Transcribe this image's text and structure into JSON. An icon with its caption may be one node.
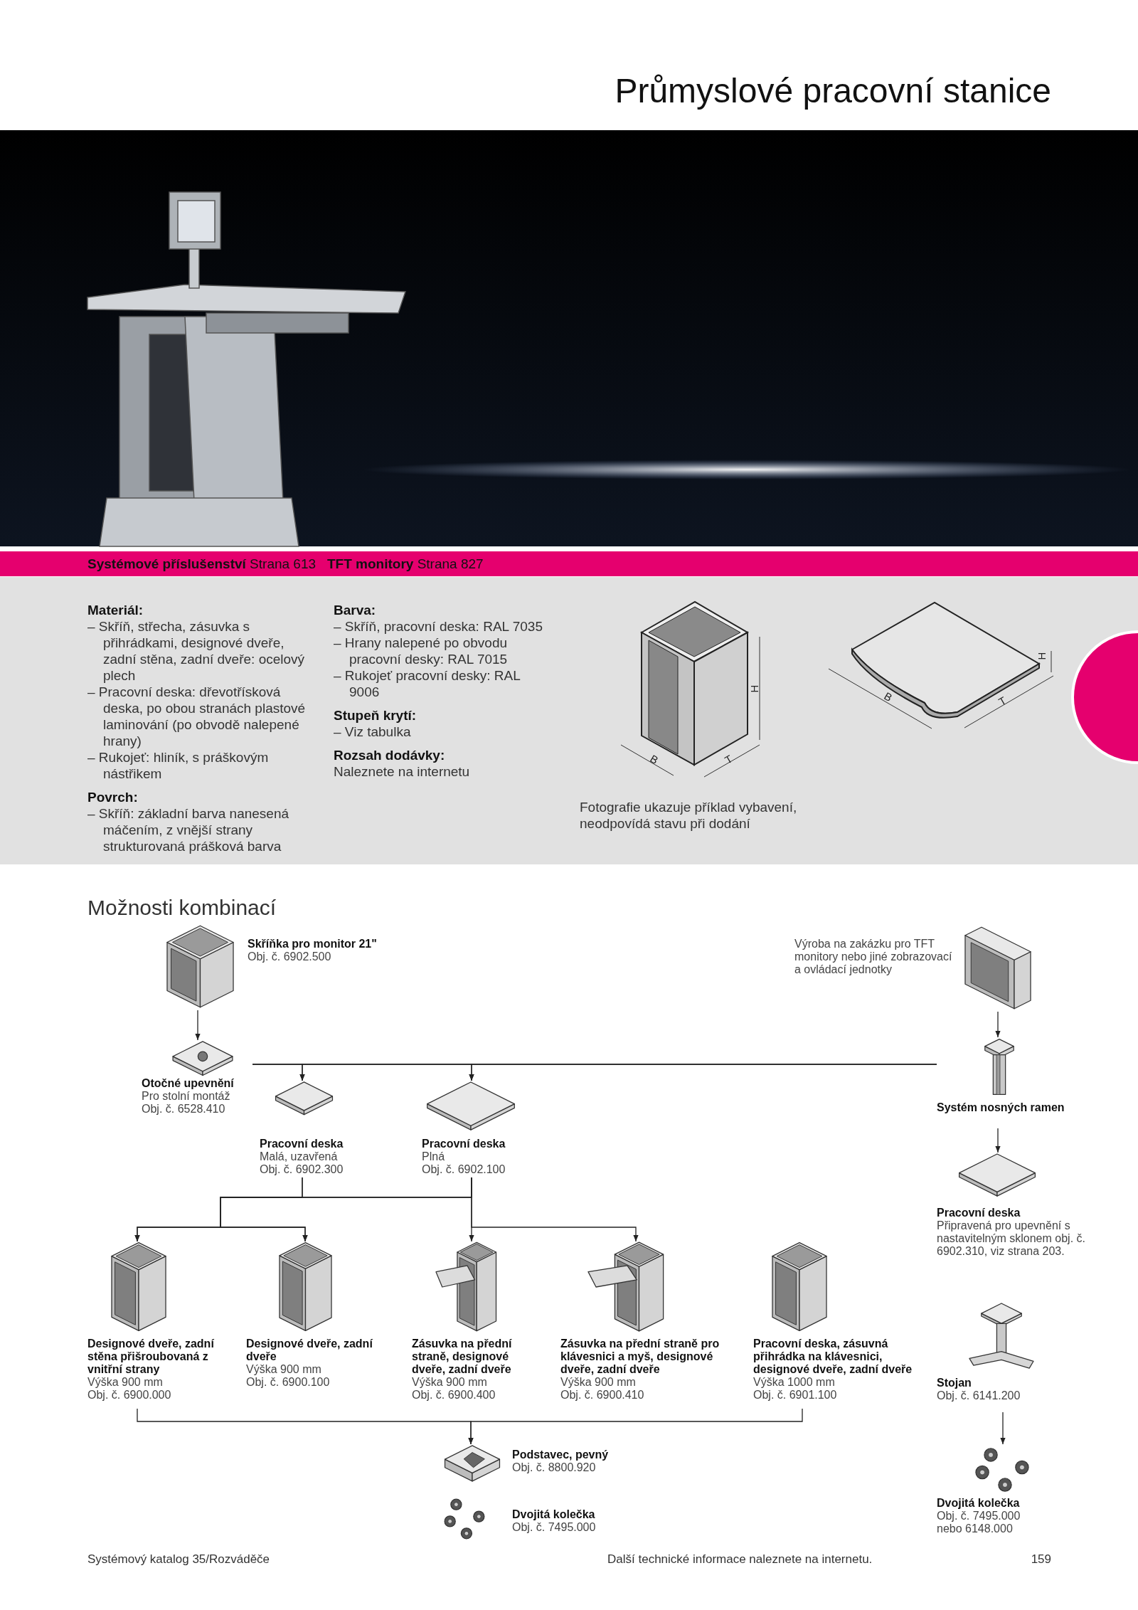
{
  "diagram": {
    "title": "Průmyslové pracovní stanice",
    "nodes": [
      {
        "text": [
          "Skříňka pro monitor 21\"",
          "Obj. č. 6902.500"
        ]
      },
      {
        "text": [
          "Výroba na zakázku pro TFT monitory nebo jiné zobrazovací a ovládací jednotky"
        ]
      },
      {
        "text": [
          "Otočné upevnění",
          "Pro stolní montáž",
          "Obj. č. 6528.410"
        ]
      },
      {
        "text": [
          "Systém nosných ramen"
        ]
      },
      {
        "text": [
          "Pracovní deska",
          "Malá, uzavřená",
          "Obj. č. 6902.300"
        ]
      },
      {
        "text": [
          "Pracovní deska",
          "Plná",
          "Obj. č. 6902.100"
        ]
      },
      {
        "text": [
          "Pracovní deska",
          "Připravená pro upevnění s nastavitelným sklonem obj. č. 6902.310, viz strana 203."
        ]
      },
      {
        "text": [
          "Designové dveře, zadní stěna přišroubovaná z vnitřní strany",
          "Výška 900 mm",
          "Obj. č. 6900.000"
        ]
      },
      {
        "text": [
          "Designové dveře, zadní dveře",
          "Výška 900 mm",
          "Obj. č. 6900.100"
        ]
      },
      {
        "text": [
          "Zásuvka na přední straně, designové dveře, zadní dveře",
          "Výška 900 mm",
          "Obj. č. 6900.400"
        ]
      },
      {
        "text": [
          "Zásuvka na přední straně pro klávesnici a myš, designové dveře, zadní dveře",
          "Výška 900 mm",
          "Obj. č. 6900.410"
        ]
      },
      {
        "text": [
          "Pracovní deska, zásuvná přihrádka na klávesnici, designové dveře, zadní dveře",
          "Výška 1000 mm",
          "Obj. č. 6901.100"
        ]
      },
      {
        "text": [
          "Stojan",
          "Obj. č. 6141.200"
        ]
      },
      {
        "text": [
          "Podstavec, pevný",
          "Obj. č. 8800.920"
        ]
      },
      {
        "text": [
          "Dvojitá kolečka",
          "Obj. č. 7495.000"
        ]
      },
      {
        "text": [
          "Dvojitá kolečka",
          "Obj. č. 7495.000",
          "nebo 6148.000"
        ]
      }
    ],
    "edges": [
      {
        "from": 0,
        "to": 2,
        "arrow": "to"
      },
      {
        "from": 1,
        "to": 3,
        "arrow": "to"
      },
      {
        "from": 2,
        "to": 4,
        "arrow": "to"
      },
      {
        "from": 2,
        "to": 5,
        "arrow": "to"
      },
      {
        "from": 3,
        "to": 4,
        "arrow": "to"
      },
      {
        "from": 3,
        "to": 5,
        "arrow": "to"
      },
      {
        "from": 3,
        "to": 6,
        "arrow": "to"
      },
      {
        "from": 4,
        "to": 7,
        "arrow": "to"
      },
      {
        "from": 4,
        "to": 8,
        "arrow": "to"
      },
      {
        "from": 5,
        "to": 7,
        "arrow": "to"
      },
      {
        "from": 5,
        "to": 8,
        "arrow": "to"
      },
      {
        "from": 5,
        "to": 9,
        "arrow": "to"
      },
      {
        "from": 5,
        "to": 10,
        "arrow": "to"
      },
      {
        "from": 7,
        "to": 13,
        "arrow": "to"
      },
      {
        "from": 11,
        "to": 13,
        "arrow": "to"
      },
      {
        "from": 12,
        "to": 15,
        "arrow": "to"
      }
    ],
    "labels": [
      "**Systémové příslušenství** Strana 613",
      "**TFT monitory** Strana 827",
      "Materiál:",
      "– Skříň, střecha, zásuvka s přihrádkami, designové dveře, zadní stěna, zadní dveře: ocelový plech",
      "– Pracovní deska: dřevotřísková deska, po obou stranách plastové laminování (po obvodě nalepené hrany)",
      "– Rukojeť: hliník, s práškovým nástřikem",
      "Povrch:",
      "– Skříň: základní barva nanesená máčením, z vnější strany strukturovaná prášková barva",
      "Barva:",
      "– Skříň, pracovní deska: RAL 7035",
      "– Hrany nalepené po obvodu pracovní desky: RAL 7015",
      "– Rukojeť pracovní desky: RAL 9006",
      "Stupeň krytí:",
      "– Viz tabulka",
      "Rozsah dodávky:",
      "Naleznete na internetu",
      "H",
      "B",
      "T",
      "H",
      "B",
      "T",
      "Fotografie ukazuje příklad vybavení, neodpovídá stavu při dodání",
      "Možnosti kombinací",
      "Systémový katalog 35/Rozváděče",
      "Další technické informace naleznete na internetu.",
      "159"
    ]
  }
}
